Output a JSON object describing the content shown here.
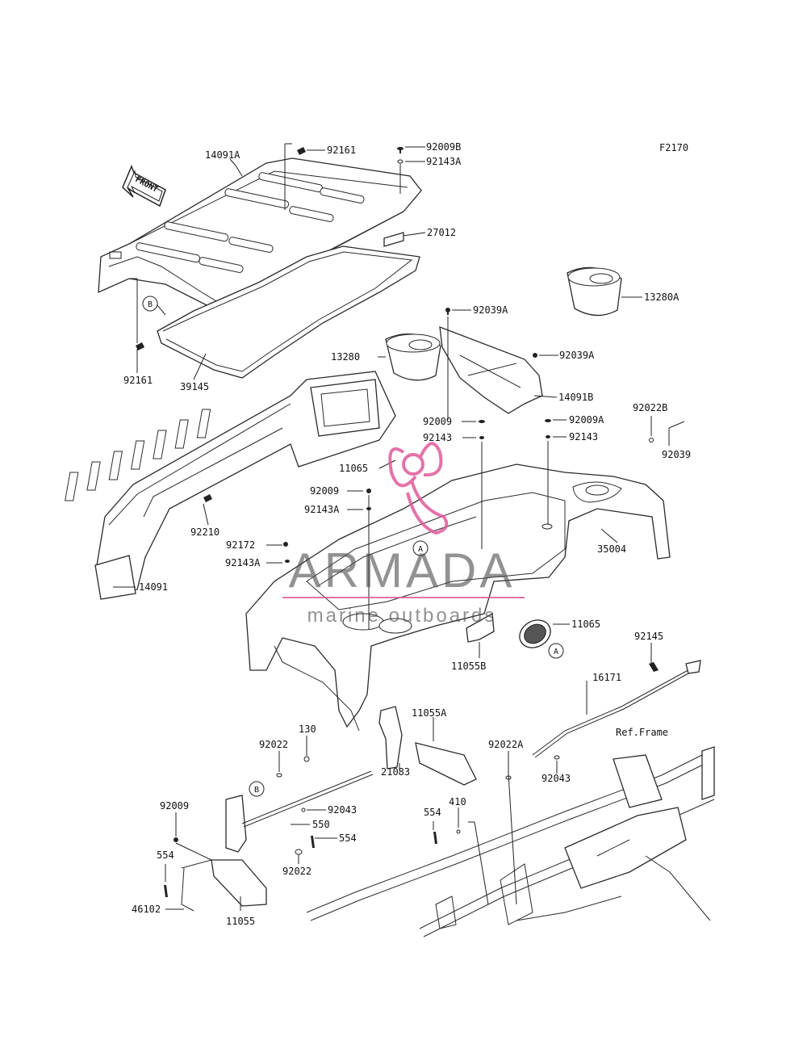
{
  "figure_code": "F2170",
  "front_label": "FRONT",
  "ref_frame_label": "Ref.Frame",
  "callouts": {
    "a": "A",
    "b": "B"
  },
  "watermark": {
    "brand": "ARMADA",
    "tagline": "marine outboards",
    "accent_color": "#e05a9a"
  },
  "parts": [
    {
      "id": "p1",
      "number": "14091A"
    },
    {
      "id": "p2",
      "number": "92161"
    },
    {
      "id": "p3",
      "number": "92009B"
    },
    {
      "id": "p4",
      "number": "92143A"
    },
    {
      "id": "p5",
      "number": "27012"
    },
    {
      "id": "p6",
      "number": "13280A"
    },
    {
      "id": "p7",
      "number": "92039A"
    },
    {
      "id": "p8",
      "number": "13280"
    },
    {
      "id": "p9",
      "number": "92039A"
    },
    {
      "id": "p10",
      "number": "14091B"
    },
    {
      "id": "p11",
      "number": "92161"
    },
    {
      "id": "p12",
      "number": "39145"
    },
    {
      "id": "p13",
      "number": "92009"
    },
    {
      "id": "p14",
      "number": "92009A"
    },
    {
      "id": "p15",
      "number": "92022B"
    },
    {
      "id": "p16",
      "number": "92143"
    },
    {
      "id": "p17",
      "number": "92143"
    },
    {
      "id": "p18",
      "number": "92039"
    },
    {
      "id": "p19",
      "number": "11065"
    },
    {
      "id": "p20",
      "number": "92009"
    },
    {
      "id": "p21",
      "number": "92143A"
    },
    {
      "id": "p22",
      "number": "92210"
    },
    {
      "id": "p23",
      "number": "92172"
    },
    {
      "id": "p24",
      "number": "92143A"
    },
    {
      "id": "p25",
      "number": "35004"
    },
    {
      "id": "p26",
      "number": "14091"
    },
    {
      "id": "p27",
      "number": "11065"
    },
    {
      "id": "p28",
      "number": "11055B"
    },
    {
      "id": "p29",
      "number": "92145"
    },
    {
      "id": "p30",
      "number": "16171"
    },
    {
      "id": "p31",
      "number": "11055A"
    },
    {
      "id": "p32",
      "number": "130"
    },
    {
      "id": "p33",
      "number": "92022"
    },
    {
      "id": "p34",
      "number": "92022A"
    },
    {
      "id": "p35",
      "number": "21083"
    },
    {
      "id": "p36",
      "number": "92043"
    },
    {
      "id": "p37",
      "number": "92009"
    },
    {
      "id": "p38",
      "number": "92043"
    },
    {
      "id": "p39",
      "number": "550"
    },
    {
      "id": "p40",
      "number": "410"
    },
    {
      "id": "p41",
      "number": "554"
    },
    {
      "id": "p42",
      "number": "554"
    },
    {
      "id": "p43",
      "number": "554"
    },
    {
      "id": "p44",
      "number": "92022"
    },
    {
      "id": "p45",
      "number": "46102"
    },
    {
      "id": "p46",
      "number": "11055"
    }
  ]
}
